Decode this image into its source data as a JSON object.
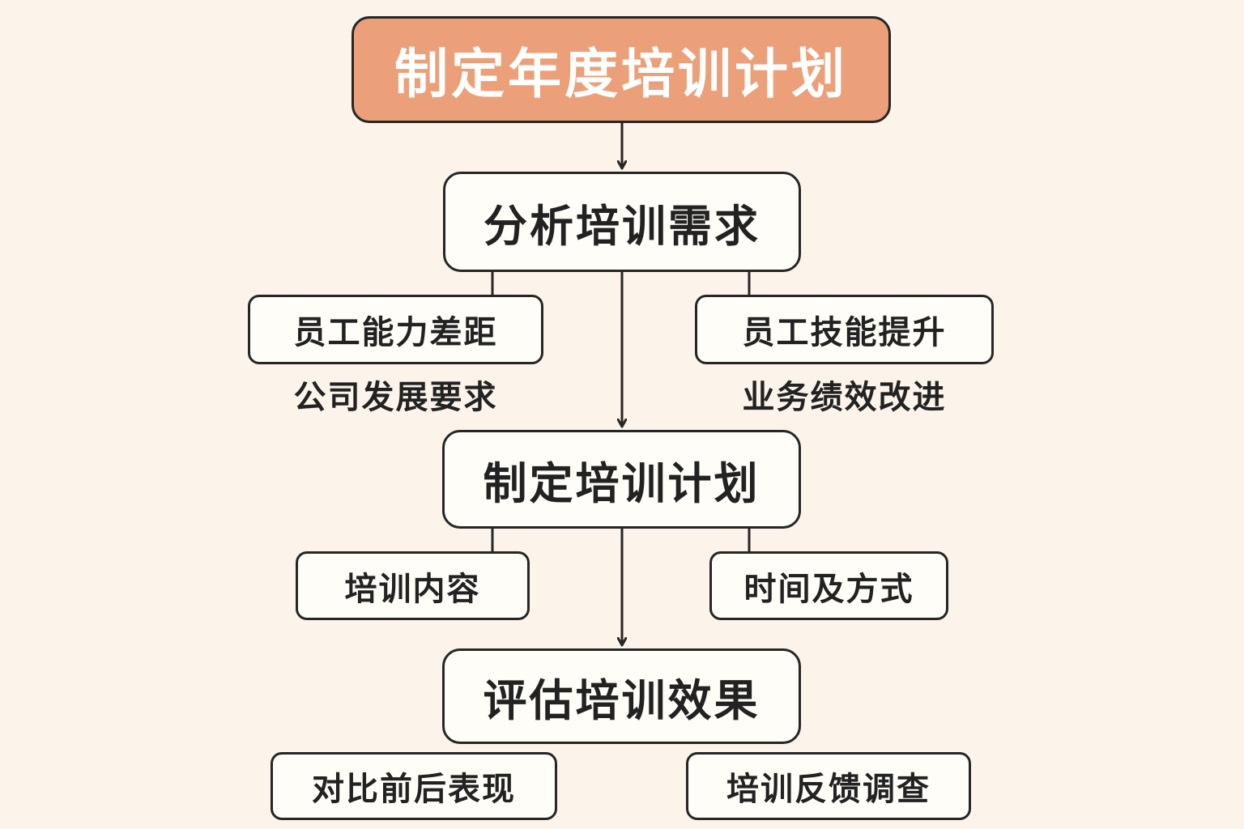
{
  "title": "制定年度培训计划",
  "steps": [
    {
      "label": "分析培训需求",
      "left_items": [
        "员工能力差距"
      ],
      "left_note": "公司发展要求",
      "right_items": [
        "员工技能提升"
      ],
      "right_note": "业务绩效改进"
    },
    {
      "label": "制定培训计划",
      "left_items": [
        "培训内容"
      ],
      "right_items": [
        "时间及方式"
      ]
    },
    {
      "label": "评估培训效果",
      "left_items": [
        "对比前后表现"
      ],
      "right_items": [
        "培训反馈调查"
      ]
    }
  ],
  "colors": {
    "title_fill": "#eba07a",
    "background": "#fcf4ea",
    "box_fill": "#fffdf8",
    "stroke": "#262626"
  }
}
